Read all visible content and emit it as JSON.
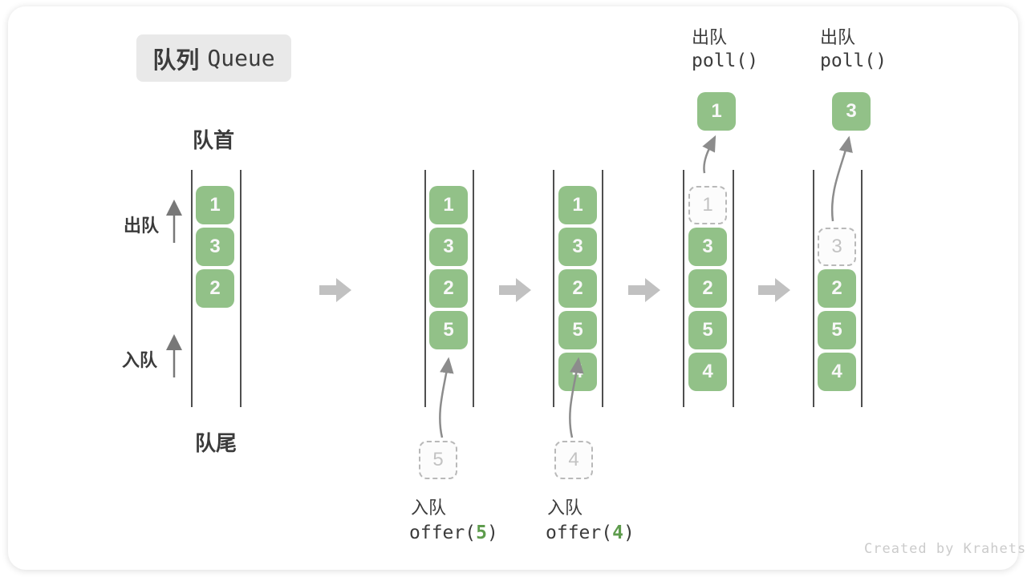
{
  "title": {
    "zh": "队列",
    "en": "Queue"
  },
  "side_labels": {
    "front": "队首",
    "rear": "队尾",
    "dequeue": "出队",
    "enqueue": "入队"
  },
  "operations": {
    "enqueue1": {
      "label": "入队",
      "code_pre": "offer(",
      "code_arg": "5",
      "code_post": ")"
    },
    "enqueue2": {
      "label": "入队",
      "code_pre": "offer(",
      "code_arg": "4",
      "code_post": ")"
    },
    "dequeue1": {
      "label": "出队",
      "code": "poll()"
    },
    "dequeue2": {
      "label": "出队",
      "code": "poll()"
    }
  },
  "queues": [
    {
      "name": "initial-state",
      "cells": [
        {
          "value": "1",
          "style": "solid"
        },
        {
          "value": "3",
          "style": "solid"
        },
        {
          "value": "2",
          "style": "solid"
        }
      ]
    },
    {
      "name": "after-offer-5",
      "pending": "5",
      "cells": [
        {
          "value": "1",
          "style": "solid"
        },
        {
          "value": "3",
          "style": "solid"
        },
        {
          "value": "2",
          "style": "solid"
        },
        {
          "value": "5",
          "style": "solid"
        }
      ]
    },
    {
      "name": "after-offer-4",
      "pending": "4",
      "cells": [
        {
          "value": "1",
          "style": "solid"
        },
        {
          "value": "3",
          "style": "solid"
        },
        {
          "value": "2",
          "style": "solid"
        },
        {
          "value": "5",
          "style": "solid"
        },
        {
          "value": "4",
          "style": "solid"
        }
      ]
    },
    {
      "name": "after-poll-1",
      "popped": "1",
      "cells": [
        {
          "value": "1",
          "style": "dashed"
        },
        {
          "value": "3",
          "style": "solid"
        },
        {
          "value": "2",
          "style": "solid"
        },
        {
          "value": "5",
          "style": "solid"
        },
        {
          "value": "4",
          "style": "solid"
        }
      ]
    },
    {
      "name": "after-poll-3",
      "popped": "3",
      "cells": [
        {
          "value": "3",
          "style": "dashed"
        },
        {
          "value": "2",
          "style": "solid"
        },
        {
          "value": "5",
          "style": "solid"
        },
        {
          "value": "4",
          "style": "solid"
        }
      ]
    }
  ],
  "footer": "Created by Krahets",
  "colors": {
    "box_green": "#92c188",
    "code_green": "#5e9c4d",
    "flow_arrow_gray": "#c1c1c1",
    "dashed_gray": "#b9b9b9",
    "wall_gray": "#4f4f4f"
  }
}
